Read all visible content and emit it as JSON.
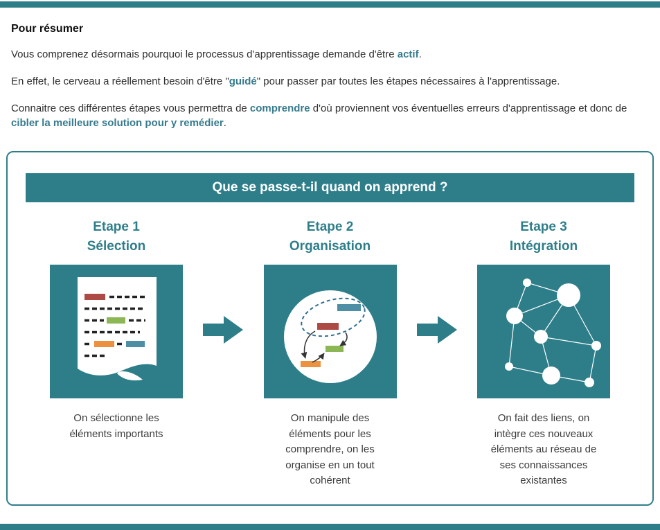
{
  "colors": {
    "accent_teal": "#2e7e8a",
    "highlight_text": "#367b8e",
    "bar_red": "#ae4a44",
    "bar_green": "#8db654",
    "bar_orange": "#ec9140",
    "bar_blue": "#4e8fa6"
  },
  "intro": {
    "heading": "Pour résumer",
    "p1": {
      "pre": "Vous comprenez désormais pourquoi le processus d'apprentissage demande d'être ",
      "highlight": "actif",
      "post": "."
    },
    "p2": {
      "pre": "En effet, le cerveau a réellement besoin d'être \"",
      "highlight": "guidé",
      "post": "\" pour passer par toutes les étapes nécessaires à l'apprentissage."
    },
    "p3": {
      "pre": "Connaitre ces différentes étapes vous permettra de ",
      "highlight1": "comprendre",
      "mid": " d'où proviennent vos éventuelles erreurs d'apprentissage et donc de ",
      "highlight2": "cibler la meilleure solution pour y remédier",
      "post": "."
    }
  },
  "diagram": {
    "title": "Que se passe-t-il quand on apprend ?",
    "steps": [
      {
        "label": "Etape 1",
        "name": "Sélection",
        "caption": "On sélectionne les éléments importants",
        "icon": "document-with-highlights-icon"
      },
      {
        "label": "Etape 2",
        "name": "Organisation",
        "caption": "On manipule des éléments pour les comprendre, on les organise en un tout cohérent",
        "icon": "grouping-circle-icon"
      },
      {
        "label": "Etape 3",
        "name": "Intégration",
        "caption": "On fait des liens, on intègre ces nouveaux éléments au réseau de ses connaissances existantes",
        "icon": "network-nodes-icon"
      }
    ]
  }
}
